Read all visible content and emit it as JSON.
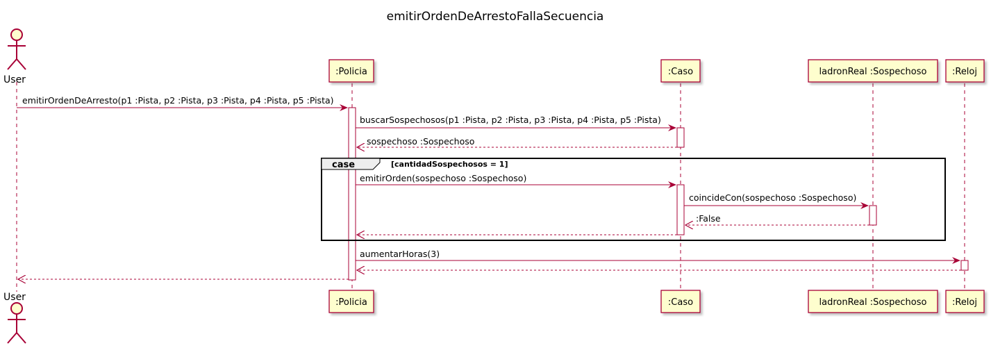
{
  "diagram": {
    "title": "emitirOrdenDeArrestoFallaSecuencia",
    "colors": {
      "line": "#A80036",
      "participant_fill": "#FEFECE",
      "lifeline": "#A80036",
      "frame": "#000000"
    },
    "participants": [
      {
        "id": "user",
        "label": "User",
        "kind": "actor"
      },
      {
        "id": "policia",
        "label": ":Policia",
        "kind": "box"
      },
      {
        "id": "caso",
        "label": ":Caso",
        "kind": "box"
      },
      {
        "id": "ladron",
        "label": "ladronReal :Sospechoso",
        "kind": "box"
      },
      {
        "id": "reloj",
        "label": ":Reloj",
        "kind": "box"
      }
    ],
    "messages": [
      {
        "from": "user",
        "to": "policia",
        "label": "emitirOrdenDeArresto(p1 :Pista, p2 :Pista, p3 :Pista, p4 :Pista, p5 :Pista)",
        "style": "sync"
      },
      {
        "from": "policia",
        "to": "caso",
        "label": "buscarSospechosos(p1 :Pista, p2 :Pista, p3 :Pista, p4 :Pista, p5 :Pista)",
        "style": "sync"
      },
      {
        "from": "caso",
        "to": "policia",
        "label": "sospechoso :Sospechoso",
        "style": "return"
      },
      {
        "from": "policia",
        "to": "caso",
        "label": "emitirOrden(sospechoso :Sospechoso)",
        "style": "sync"
      },
      {
        "from": "caso",
        "to": "ladron",
        "label": "coincideCon(sospechoso :Sospechoso)",
        "style": "sync"
      },
      {
        "from": "ladron",
        "to": "caso",
        "label": ":False",
        "style": "return"
      },
      {
        "from": "caso",
        "to": "policia",
        "label": "",
        "style": "return"
      },
      {
        "from": "policia",
        "to": "reloj",
        "label": "aumentarHoras(3)",
        "style": "sync"
      },
      {
        "from": "reloj",
        "to": "policia",
        "label": "",
        "style": "return"
      },
      {
        "from": "policia",
        "to": "user",
        "label": "",
        "style": "return"
      }
    ],
    "fragment": {
      "keyword": "case",
      "condition": "[cantidadSospechosos = 1]"
    }
  }
}
